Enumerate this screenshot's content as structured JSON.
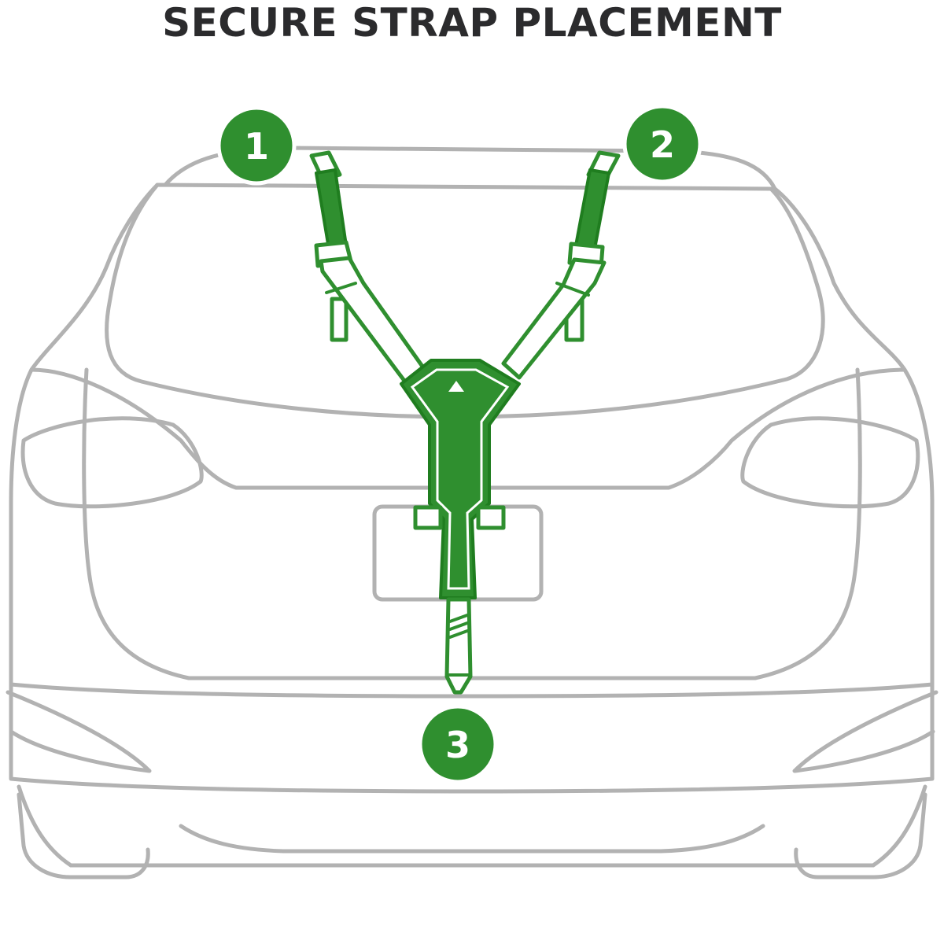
{
  "title": "SECURE STRAP PLACEMENT",
  "colors": {
    "accent": "#2f8f2f",
    "car_outline": "#b2b2b2",
    "title_text": "#2b2b2d"
  },
  "badges": [
    {
      "number": "1",
      "role": "upper-left strap hook"
    },
    {
      "number": "2",
      "role": "upper-right strap hook"
    },
    {
      "number": "3",
      "role": "bottom strap anchor"
    }
  ],
  "icons": {
    "buckle_marker": "triangle-up-icon"
  }
}
